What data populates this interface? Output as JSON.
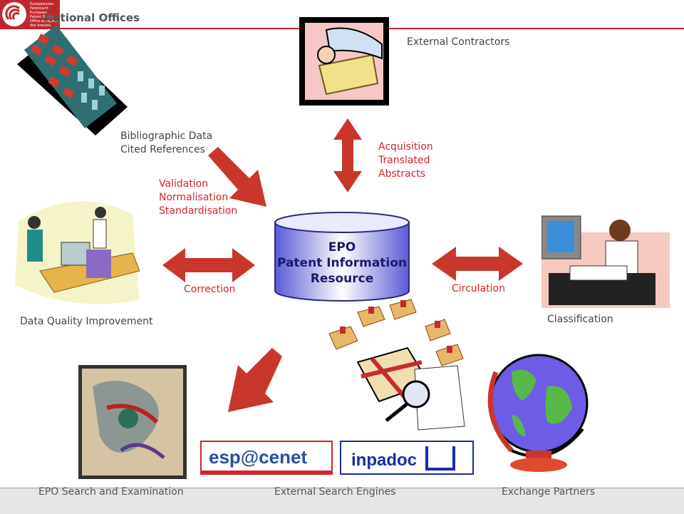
{
  "header": {
    "title": "National Offices",
    "logo_lines": [
      "Europäisches",
      "Patentamt",
      "European",
      "Patent Office",
      "Office européen",
      "des brevets"
    ]
  },
  "center": {
    "line1": "EPO",
    "line2": "Patent Information",
    "line3": "Resource"
  },
  "labels": {
    "external_contractors": "External Contractors",
    "bib1": "Bibliographic Data",
    "bib2": "Cited References",
    "acq1": "Acquisition",
    "acq2": "Translated",
    "acq3": "Abstracts",
    "val1": "Validation",
    "val2": "Normalisation",
    "val3": "Standardisation",
    "correction": "Correction",
    "circulation": "Circulation",
    "data_quality": "Data Quality Improvement",
    "classification": "Classification"
  },
  "logos": {
    "espacenet": "esp@cenet",
    "inpadoc": "inpadoc"
  },
  "footer": {
    "search_exam": "EPO Search and Examination",
    "ext_engines": "External Search Engines",
    "exchange": "Exchange Partners"
  },
  "colors": {
    "accent": "#c0272d",
    "arrow": "#c9372c",
    "label_red": "#d4232a",
    "cylinder_light": "#ffffff",
    "cylinder_dark": "#5a5ad6",
    "text_navy": "#1a1a6e"
  }
}
